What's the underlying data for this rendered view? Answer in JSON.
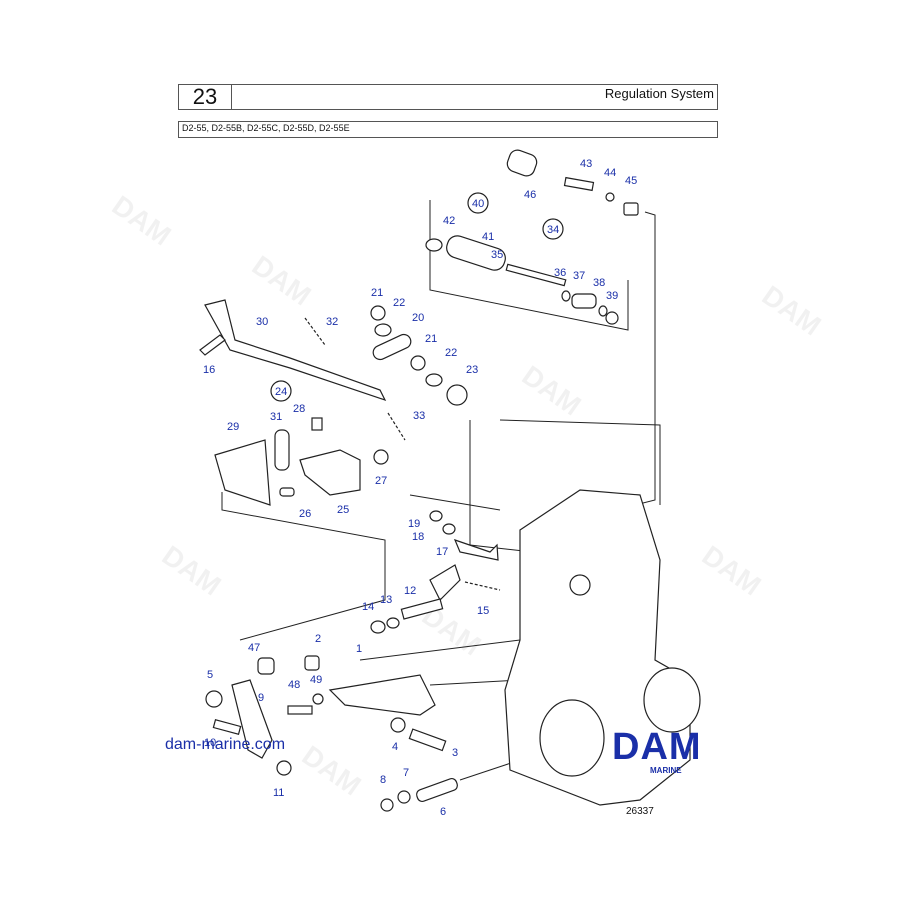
{
  "header": {
    "page_number": "23",
    "title": "Regulation System",
    "models": "D2-55, D2-55B, D2-55C, D2-55D, D2-55E"
  },
  "callouts": [
    "1",
    "2",
    "3",
    "4",
    "5",
    "6",
    "7",
    "8",
    "9",
    "10",
    "11",
    "12",
    "13",
    "14",
    "15",
    "16",
    "17",
    "18",
    "19",
    "20",
    "21",
    "21",
    "22",
    "22",
    "23",
    "24",
    "25",
    "26",
    "27",
    "28",
    "29",
    "30",
    "31",
    "32",
    "33",
    "34",
    "35",
    "36",
    "37",
    "38",
    "39",
    "40",
    "41",
    "42",
    "43",
    "44",
    "45",
    "46",
    "47",
    "48",
    "49"
  ],
  "watermark": "DAM",
  "footer": {
    "website": "dam-marine.com",
    "logo": "DAM",
    "logo_sub": "MARINE",
    "drawing_number": "26337"
  },
  "colors": {
    "callout": "#1a2fa8",
    "line": "#222222"
  }
}
